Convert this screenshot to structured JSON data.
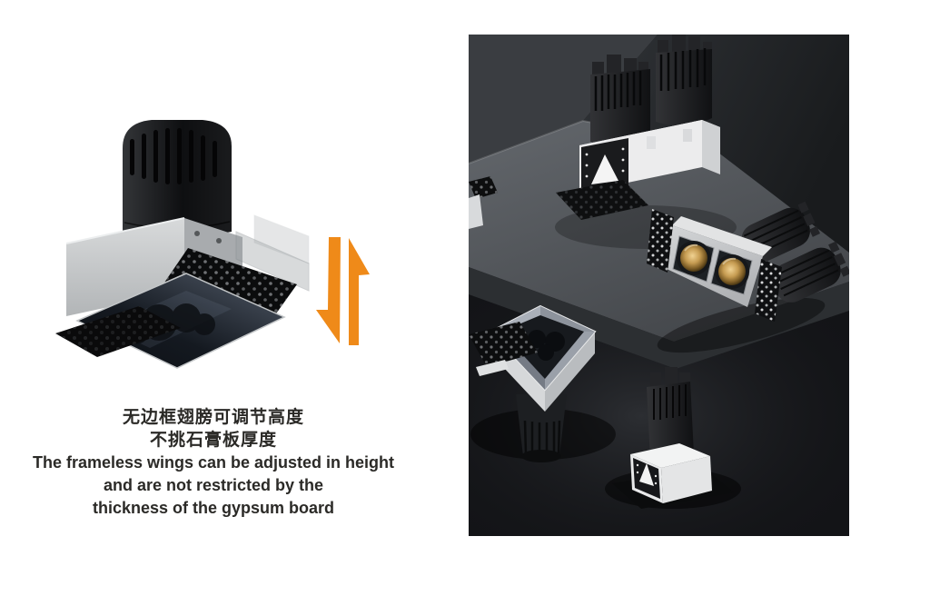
{
  "colors": {
    "accent": "#EF8A19",
    "text": "#2B2A27",
    "page_bg": "#FFFFFF",
    "scene_floor": "#131417",
    "scene_slab": "#56595E",
    "scene_wall": "#383B3F",
    "product_black": "#121315",
    "product_silver": "#C7C9CB",
    "lens_gold": "#C79A4B"
  },
  "icons": {
    "height_adjustable": "up-down-half-arrows"
  },
  "left_panel": {
    "caption": {
      "zh_line1": "无边框翅膀可调节高度",
      "zh_line2": "不挑石膏板厚度",
      "en_line1": "The frameless wings can be adjusted in height",
      "en_line2": "and are not restricted by the",
      "en_line3": "thickness of the gypsum board"
    }
  }
}
